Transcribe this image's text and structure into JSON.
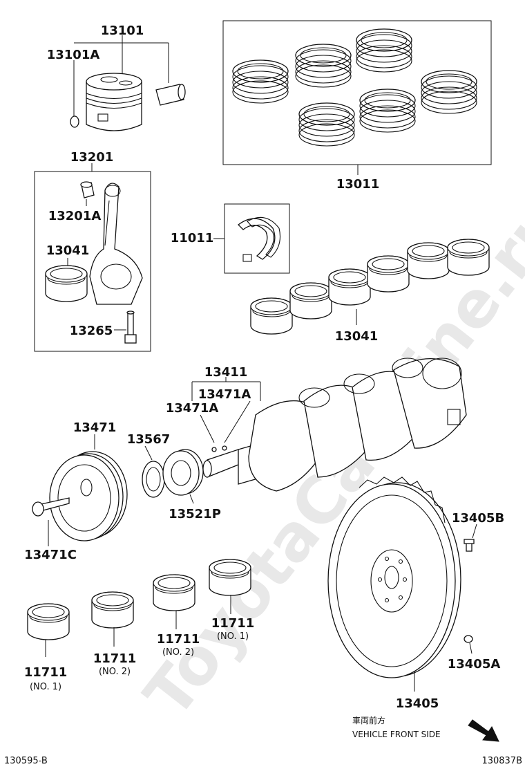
{
  "watermark": "ToyotaCarMine.ru",
  "figure_ids": {
    "left": "130595-B",
    "right": "130837B"
  },
  "labels": {
    "p13101": "13101",
    "p13101a": "13101A",
    "p13011": "13011",
    "p13201": "13201",
    "p13201a": "13201A",
    "p13041_rod": "13041",
    "p13265": "13265",
    "p11011": "11011",
    "p13041_main": "13041",
    "p13411": "13411",
    "p13471a_1": "13471A",
    "p13471a_2": "13471A",
    "p13471": "13471",
    "p13567": "13567",
    "p13521p": "13521P",
    "p13471c": "13471C",
    "p13405b": "13405B",
    "p13405a": "13405A",
    "p13405": "13405",
    "p11711_a": "11711",
    "p11711_a_sub": "(NO. 1)",
    "p11711_b": "11711",
    "p11711_b_sub": "(NO. 2)",
    "p11711_c": "11711",
    "p11711_c_sub": "(NO. 2)",
    "p11711_d": "11711",
    "p11711_d_sub": "(NO. 1)"
  },
  "vehicle_front": {
    "jp": "車両前方",
    "en": "VEHICLE FRONT SIDE"
  }
}
